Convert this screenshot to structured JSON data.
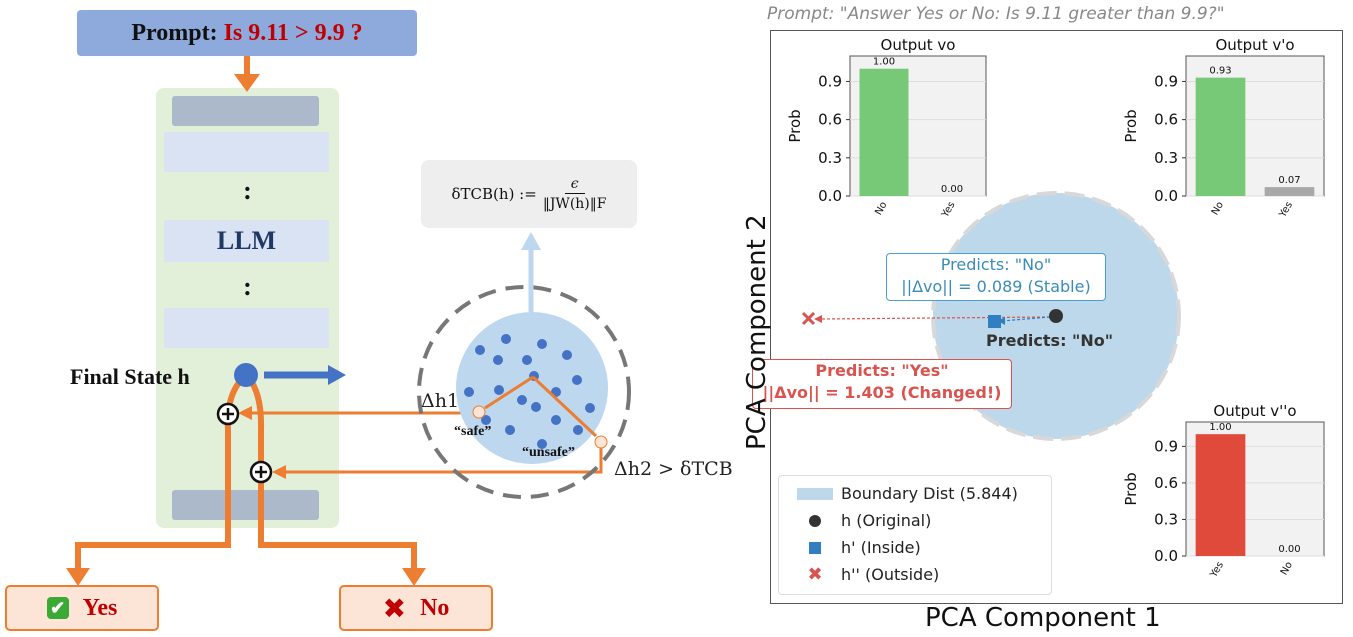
{
  "left": {
    "prompt_label": "Prompt:",
    "prompt_question": "Is 9.11 > 9.9 ?",
    "llm_label": "LLM",
    "vdots": ":",
    "final_state_label": "Final State h",
    "formula_lhs": "δTCB(h) :=",
    "formula_num": "ϵ",
    "formula_den": "‖JW(h)‖F",
    "delta_h1": "Δh1",
    "delta_h2": "Δh2 > δTCB",
    "safe_label": "“safe”",
    "unsafe_label": "“unsafe”",
    "yes_label": "Yes",
    "no_label": "No",
    "colors": {
      "arrow": "#ed7d31",
      "point": "#4472c4",
      "ball": "#bdd7ee"
    }
  },
  "right": {
    "title": "Prompt: \"Answer Yes or No: Is 9.11 greater than 9.9?\"",
    "xlabel": "PCA Component 1",
    "ylabel": "PCA Component 2",
    "ann_blue_line1": "Predicts: \"No\"",
    "ann_blue_line2": "||Δvo|| = 0.089 (Stable)",
    "ann_red_line1": "Predicts: \"Yes\"",
    "ann_red_line2": "||Δvo|| = 1.403 (Changed!)",
    "predicts_no": "Predicts: \"No\"",
    "legend": [
      {
        "label": "Boundary Dist (5.844)",
        "icon": "patch-lightblue"
      },
      {
        "label": "h (Original)",
        "icon": "circle-dark"
      },
      {
        "label": "h' (Inside)",
        "icon": "square-blue"
      },
      {
        "label": "h'' (Outside)",
        "icon": "x-red"
      }
    ],
    "colors": {
      "boundary": "#bcd8ea",
      "original": "#333333",
      "inside": "#2f7fc1",
      "outside": "#d9534f",
      "green": "#77c977",
      "gray": "#a9a9a9",
      "red": "#e04a3a"
    }
  },
  "chart_data": [
    {
      "type": "bar",
      "title": "Output vo",
      "ylabel": "Prob",
      "categories": [
        "No",
        "Yes"
      ],
      "values": [
        1.0,
        0.0
      ],
      "value_labels": [
        "1.00",
        "0.00"
      ],
      "colors": [
        "#77c977",
        "#a9a9a9"
      ],
      "yticks": [
        "0.0",
        "0.3",
        "0.6",
        "0.9"
      ],
      "ylim": [
        0,
        1.1
      ]
    },
    {
      "type": "bar",
      "title": "Output v'o",
      "ylabel": "Prob",
      "categories": [
        "No",
        "Yes"
      ],
      "values": [
        0.93,
        0.07
      ],
      "value_labels": [
        "0.93",
        "0.07"
      ],
      "colors": [
        "#77c977",
        "#a9a9a9"
      ],
      "yticks": [
        "0.0",
        "0.3",
        "0.6",
        "0.9"
      ],
      "ylim": [
        0,
        1.1
      ]
    },
    {
      "type": "bar",
      "title": "Output v''o",
      "ylabel": "Prob",
      "categories": [
        "Yes",
        "No"
      ],
      "values": [
        1.0,
        0.0
      ],
      "value_labels": [
        "1.00",
        "0.00"
      ],
      "colors": [
        "#e04a3a",
        "#a9a9a9"
      ],
      "yticks": [
        "0.0",
        "0.3",
        "0.6",
        "0.9"
      ],
      "ylim": [
        0,
        1.1
      ]
    }
  ]
}
